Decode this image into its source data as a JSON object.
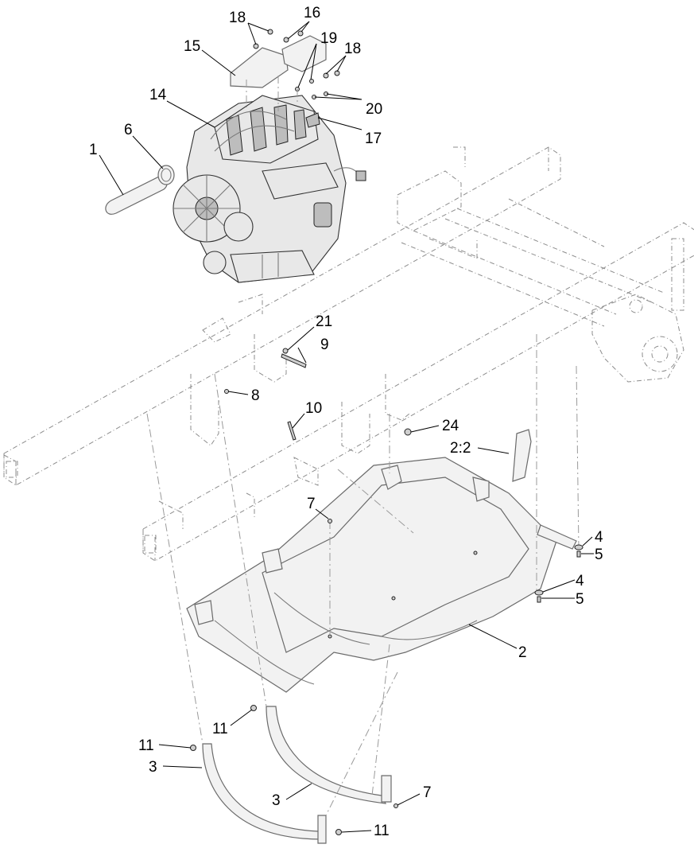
{
  "diagram": {
    "callouts": [
      {
        "id": "c18a",
        "text": "18"
      },
      {
        "id": "c16",
        "text": "16"
      },
      {
        "id": "c15",
        "text": "15"
      },
      {
        "id": "c19",
        "text": "19"
      },
      {
        "id": "c18b",
        "text": "18"
      },
      {
        "id": "c20",
        "text": "20"
      },
      {
        "id": "c14",
        "text": "14"
      },
      {
        "id": "c17",
        "text": "17"
      },
      {
        "id": "c6",
        "text": "6"
      },
      {
        "id": "c1",
        "text": "1"
      },
      {
        "id": "c21",
        "text": "21"
      },
      {
        "id": "c9",
        "text": "9"
      },
      {
        "id": "c8",
        "text": "8"
      },
      {
        "id": "c10",
        "text": "10"
      },
      {
        "id": "c24",
        "text": "24"
      },
      {
        "id": "c2_2",
        "text": "2:2"
      },
      {
        "id": "c7a",
        "text": "7"
      },
      {
        "id": "c4a",
        "text": "4"
      },
      {
        "id": "c5a",
        "text": "5"
      },
      {
        "id": "c4b",
        "text": "4"
      },
      {
        "id": "c5b",
        "text": "5"
      },
      {
        "id": "c2",
        "text": "2"
      },
      {
        "id": "c11a",
        "text": "11"
      },
      {
        "id": "c11b",
        "text": "11"
      },
      {
        "id": "c3a",
        "text": "3"
      },
      {
        "id": "c3b",
        "text": "3"
      },
      {
        "id": "c7b",
        "text": "7"
      },
      {
        "id": "c11c",
        "text": "11"
      }
    ]
  }
}
